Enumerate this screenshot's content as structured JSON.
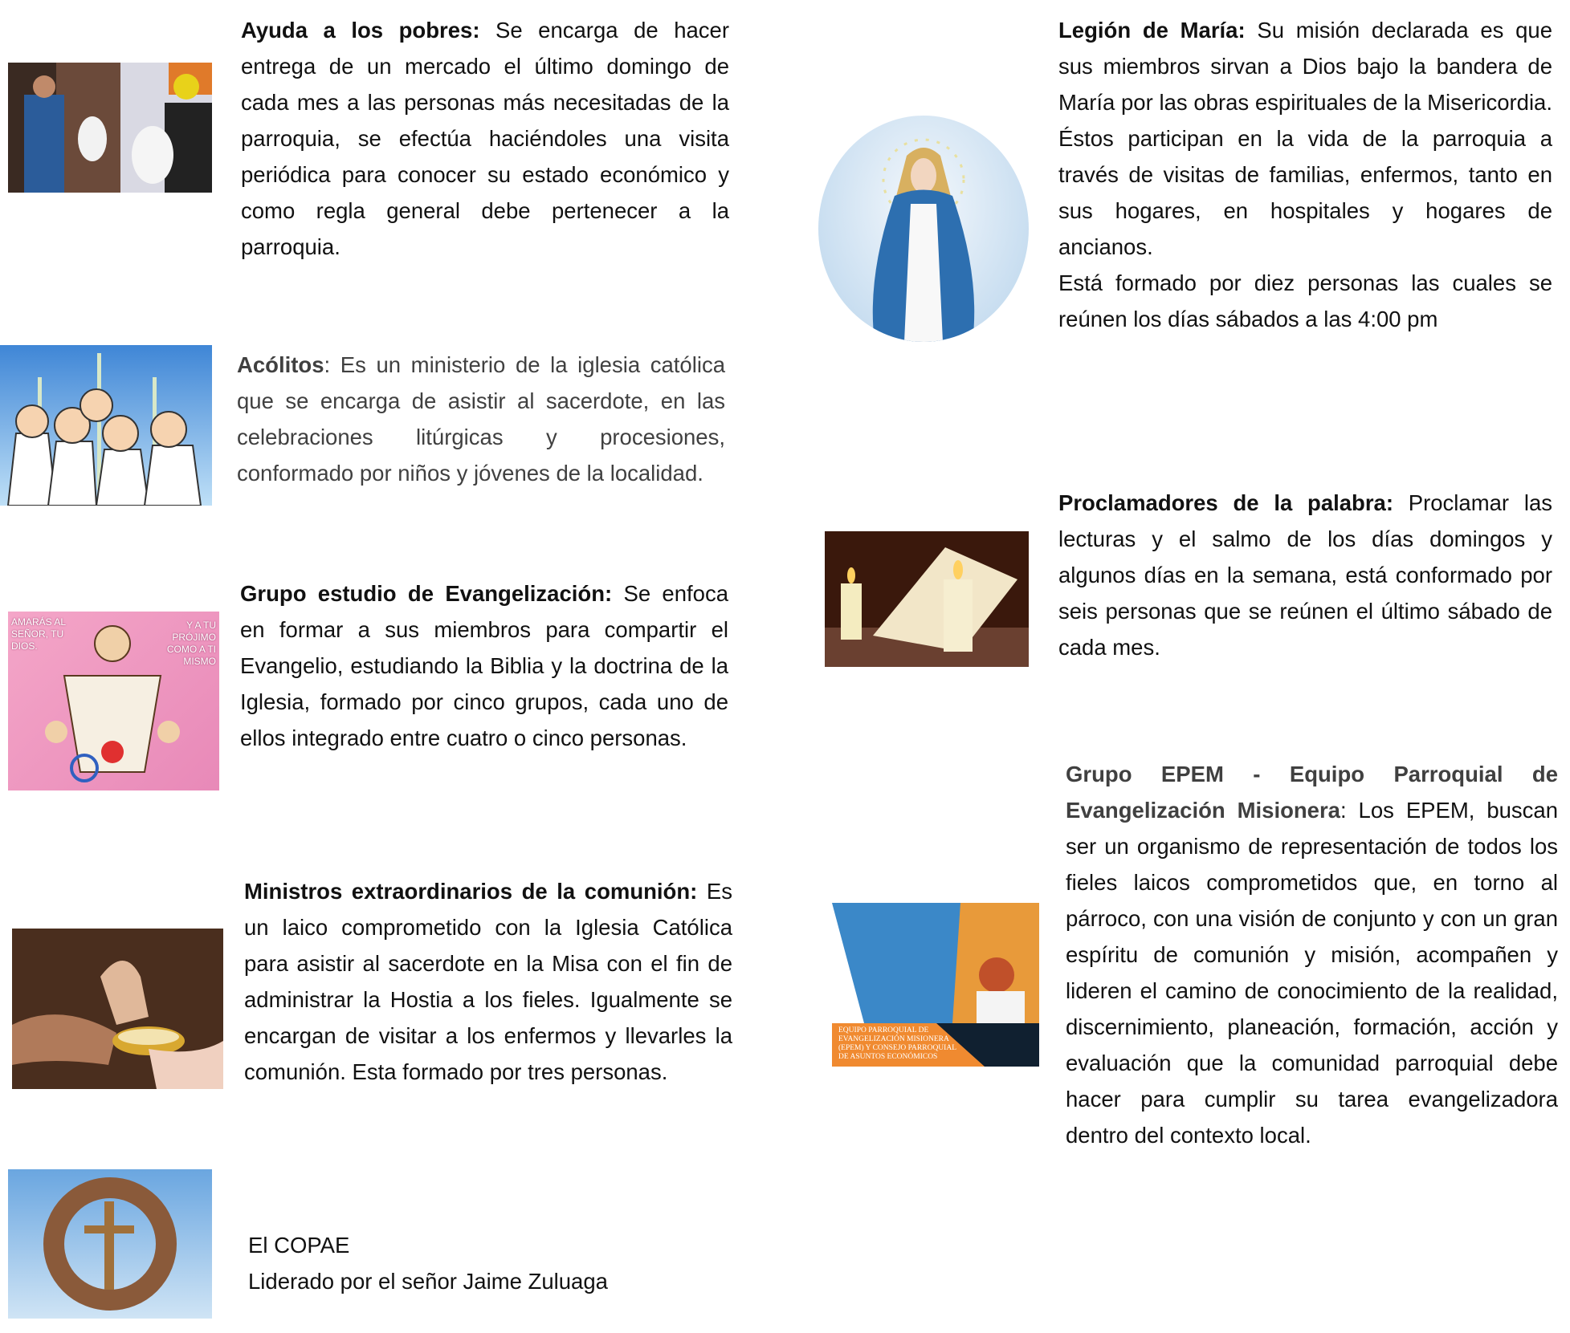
{
  "left": [
    {
      "title": "Ayuda a los pobres:",
      "body": " Se encarga de hacer entrega de un mercado el último domingo de cada mes a las personas más necesitadas de la parroquia, se efectúa haciéndoles una visita periódica para conocer su estado económico y como regla general debe pertenecer a la parroquia.",
      "image": "food-delivery-photo"
    },
    {
      "title": "Acólitos",
      "body": ": Es un ministerio de la iglesia católica que se encarga de asistir al sacerdote, en las celebraciones litúrgicas y procesiones, conformado por niños y jóvenes de la localidad.",
      "image": "altar-servers-cartoon"
    },
    {
      "title": "Grupo estudio de Evangelización:",
      "body": " Se enfoca en formar a sus miembros para compartir el Evangelio, estudiando la Biblia y la doctrina de la Iglesia, formado por cinco grupos, cada uno de ellos integrado entre cuatro o cinco personas.",
      "image": "jesus-children-illustration",
      "image_text": [
        "AMARÁS AL SEÑOR, TU DIOS.",
        "Y A TU PRÓJIMO COMO A TI MISMO"
      ]
    },
    {
      "title": "Ministros extraordinarios de la comunión:",
      "body": " Es un laico comprometido con la Iglesia Católica para asistir al sacerdote en la Misa con el fin de administrar la Hostia a los fieles. Igualmente se encargan de visitar a los enfermos y llevarles la comunión. Esta formado por tres personas.",
      "image": "communion-host-photo"
    },
    {
      "line1": "El COPAE",
      "line2": "Liderado por el señor Jaime Zuluaga",
      "image": "hands-circle-cross-photo"
    }
  ],
  "right": [
    {
      "title": "Legión de María:",
      "body": " Su misión declarada es que sus miembros sirvan a Dios bajo la bandera de María por las obras espirituales de la Misericordia.  Éstos participan en la vida de la parroquia a través de visitas de familias, enfermos, tanto en sus hogares, en hospitales y hogares de ancianos.",
      "body2": "Está formado por diez personas las cuales se reúnen los días sábados a las 4:00 pm",
      "image": "virgin-mary-oval"
    },
    {
      "title": "Proclamadores de la palabra:",
      "body": " Proclamar las lecturas y el salmo de los días domingos y algunos días en la semana, está conformado por seis personas que se reúnen el último sábado de cada mes.",
      "image": "bible-candles-photo"
    },
    {
      "title": "Grupo EPEM - Equipo Parroquial de Evangelización Misionera",
      "body": ": Los EPEM, buscan ser un organismo de representación de todos los fieles laicos comprometidos que, en torno al párroco, con una visión de conjunto y con un gran espíritu de comunión y misión, acompañen y lideren el camino de conocimiento de la realidad, discernimiento, planeación, formación, acción y evaluación que la comunidad parroquial debe hacer para cumplir su tarea evangelizadora dentro del contexto local.",
      "image": "epem-cover",
      "image_text": "EQUIPO PARROQUIAL DE EVANGELIZACIÓN MISIONERA (EPEM) Y CONSEJO PARROQUIAL DE ASUNTOS ECONÓMICOS"
    }
  ]
}
